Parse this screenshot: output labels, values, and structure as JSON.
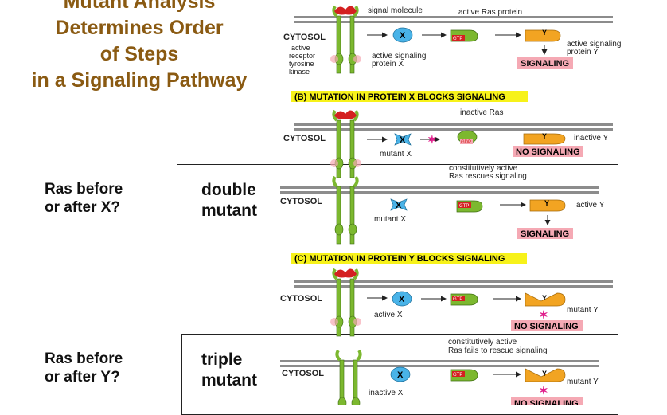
{
  "title": {
    "line1": "Mutant Analysis",
    "line2": "Determines Order",
    "line3": "of Steps",
    "line4": "in a Signaling Pathway"
  },
  "questions": {
    "q1_line1": "Ras before",
    "q1_line2": "or after X?",
    "q2_line1": "Ras before",
    "q2_line2": "or after Y?"
  },
  "mutant_labels": {
    "double_line1": "double",
    "double_line2": "mutant",
    "triple_line1": "triple",
    "triple_line2": "mutant"
  },
  "diagram": {
    "cytosol": "CYTOSOL",
    "signal_molecule": "signal molecule",
    "active_ras": "active Ras protein",
    "receptor_line1": "active",
    "receptor_line2": "receptor",
    "receptor_line3": "tyrosine",
    "receptor_line4": "kinase",
    "active_x_line1": "active signaling",
    "active_x_line2": "protein X",
    "active_y_line1": "active signaling",
    "active_y_line2": "protein Y",
    "signaling": "SIGNALING",
    "no_signaling": "NO SIGNALING",
    "panel_b": "(B)  MUTATION IN PROTEIN X BLOCKS SIGNALING",
    "panel_c": "(C)  MUTATION IN PROTEIN Y BLOCKS SIGNALING",
    "inactive_ras": "inactive Ras",
    "inactive_y": "inactive Y",
    "mutant_x": "mutant X",
    "const_active": "constitutively active",
    "ras_rescues": "Ras rescues signaling",
    "ras_fails": "Ras fails to rescue signaling",
    "active_y": "active Y",
    "mutant_y": "mutant Y",
    "active_x": "active X",
    "inactive_x": "inactive X",
    "gtp": "GTP",
    "gdp": "GDP",
    "x": "X",
    "y": "Y"
  },
  "colors": {
    "title": "#8a5a12",
    "membrane": "#8c8c8c",
    "receptor": "#7cb82f",
    "ligand": "#d42020",
    "protein_x": "#49b3e8",
    "ras": "#7cb82f",
    "protein_y": "#f2a422",
    "highlight_yellow": "#f7f21a",
    "highlight_pink": "#f5a9b4",
    "mutation_marker": "#e0208c"
  }
}
